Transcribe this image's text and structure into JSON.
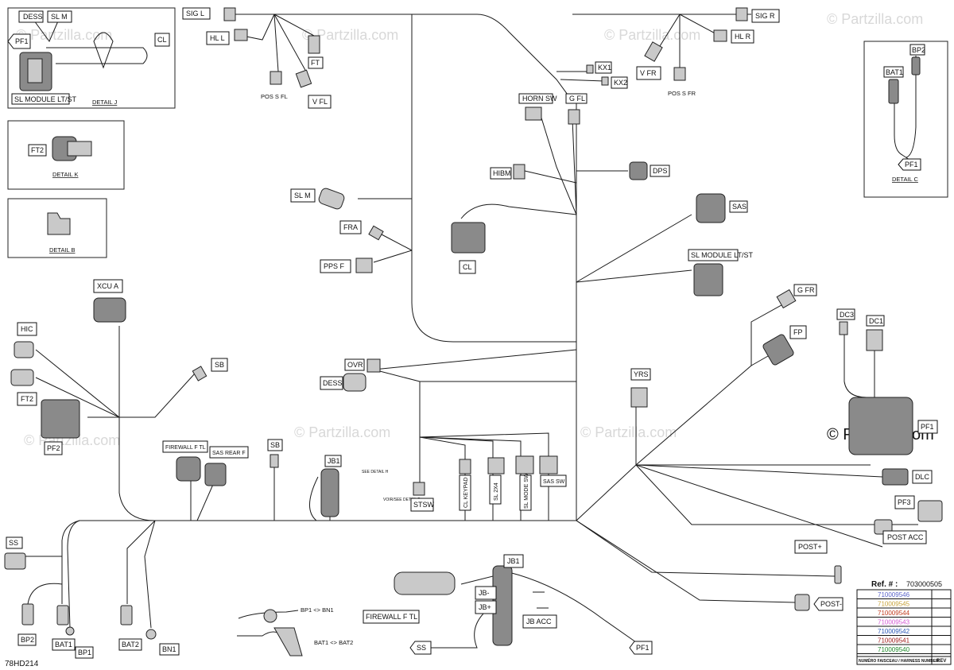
{
  "figure_id": "78HD214",
  "watermark": "© Partzilla.com",
  "labels": {
    "dess": "DESS",
    "sl_m_top": "SL  M",
    "pf1_detail_j": "PF1",
    "cl_detail_j": "CL",
    "sl_module_ltst_j": "SL MODULE LT/ST",
    "detail_j": "DETAIL J",
    "ft2_k": "FT2",
    "detail_k": "DETAIL K",
    "detail_b": "DETAIL B",
    "sig_l": "SIG  L",
    "hl_l": "HL  L",
    "ft": "FT",
    "pos_s_fl": "POS  S  FL",
    "v_fl": "V  FL",
    "sig_r": "SIG  R",
    "hl_r": "HL  R",
    "v_fr": "V  FR",
    "pos_s_fr": "POS  S  FR",
    "kx1": "KX1",
    "kx2": "KX2",
    "horn_sw": "HORN  SW",
    "g_fl": "G  FL",
    "hibm": "HIBM",
    "dps": "DPS",
    "sas": "SAS",
    "sl_module_ltst": "SL MODULE LT/ST",
    "sl_m": "SL  M",
    "fra": "FRA",
    "pps_f": "PPS  F",
    "cl": "CL",
    "bp2_c": "BP2",
    "bat1_c": "BAT1",
    "pf1_c": "PF1",
    "detail_c": "DETAIL C",
    "xcu_a": "XCU  A",
    "hic": "HIC",
    "sb1": "SB",
    "ft2": "FT2",
    "pf2": "PF2",
    "ovr": "OVR",
    "dess2": "DESS",
    "g_fr": "G  FR",
    "fp": "FP",
    "dc3": "DC3",
    "dc1": "DC1",
    "yrs": "YRS",
    "pf1_main": "PF1",
    "firewall_f_tl": "FIREWALL  F  TL",
    "sas_rear_f": "SAS  REAR  F",
    "sb2": "SB",
    "jb1": "JB1",
    "see_detail_h": "SEE DETAIL H",
    "voir_see_detail_d": "VOIR/SEE\nDETAIL D",
    "stsw": "STSW",
    "cl_keypad": "CL  KEYPAD",
    "sl_2x4": "SL  2X4",
    "sl_mode_sw": "SL  MODE  SW",
    "sas_sw": "SAS  SW",
    "dlc": "DLC",
    "pf3": "PF3",
    "post_acc": "POST  ACC",
    "post_plus": "POST+",
    "post_minus": "POST-",
    "ss": "SS",
    "bp2": "BP2",
    "bat1": "BAT1",
    "bp1": "BP1",
    "bat2": "BAT2",
    "bn1": "BN1",
    "bp1_bn1": "BP1  <>  BN1",
    "bat1_bat2": "BAT1  <>  BAT2",
    "jb1_b": "JB1",
    "jb_minus": "JB-",
    "jb_plus": "JB+",
    "jb_acc": "JB  ACC",
    "firewall_f_tl_b": "FIREWALL  F  TL",
    "ss_b": "SS",
    "pf1_b": "PF1"
  },
  "reference": {
    "title": "Ref. # :",
    "number": "703000505",
    "harness_numbers": [
      {
        "value": "710009546",
        "color": "#5a63c9"
      },
      {
        "value": "710009545",
        "color": "#c7a33a"
      },
      {
        "value": "710009544",
        "color": "#c23b1e"
      },
      {
        "value": "710009543",
        "color": "#d45bd4"
      },
      {
        "value": "710009542",
        "color": "#2a56b5"
      },
      {
        "value": "710009541",
        "color": "#a11a1a"
      },
      {
        "value": "710009540",
        "color": "#1f8a2a"
      }
    ],
    "footer_left": "NUMÉRO FAISCEAU / HARNESS NUMBER",
    "footer_right": "REV"
  }
}
